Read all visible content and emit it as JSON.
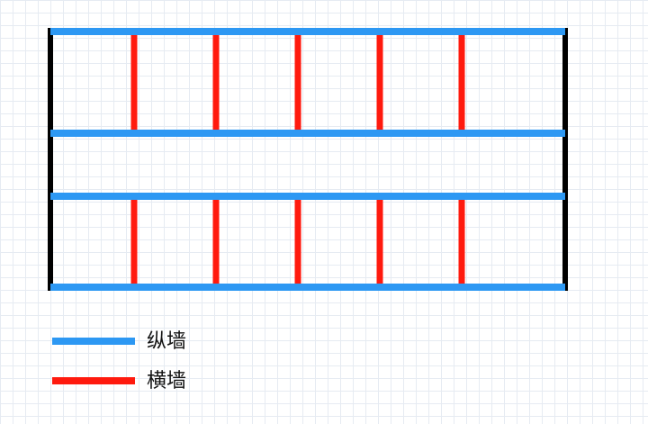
{
  "colors": {
    "longitudinal": "#2d98f3",
    "transverse": "#ff1a0e",
    "end": "#000000"
  },
  "legend": {
    "longitudinal_label": "纵墙",
    "transverse_label": "横墙"
  },
  "diagram": {
    "longitudinal_wall_count": 4,
    "transverse_walls_per_bay": 5,
    "bays_with_transverse_walls": 2
  }
}
